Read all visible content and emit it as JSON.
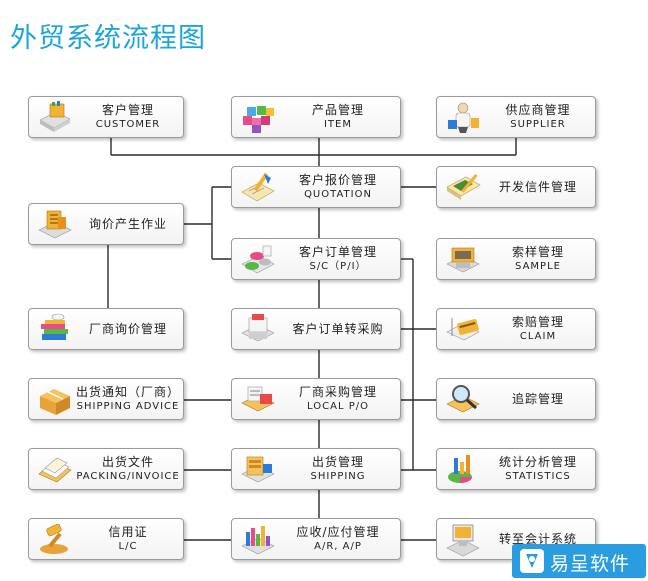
{
  "title": "外贸系统流程图",
  "logo": {
    "text": "易呈软件"
  },
  "nodes": {
    "customer": {
      "cn": "客户管理",
      "en": "CUSTOMER",
      "icon": "customer-icon"
    },
    "item": {
      "cn": "产品管理",
      "en": "ITEM",
      "icon": "item-icon"
    },
    "supplier": {
      "cn": "供应商管理",
      "en": "SUPPLIER",
      "icon": "supplier-icon"
    },
    "quotation": {
      "cn": "客户报价管理",
      "en": "QUOTATION",
      "icon": "quotation-icon"
    },
    "dev_letter": {
      "cn": "开发信件管理",
      "en": "",
      "icon": "letter-icon"
    },
    "inquiry": {
      "cn": "询价产生作业",
      "en": "",
      "icon": "inquiry-icon"
    },
    "sc": {
      "cn": "客户订单管理",
      "en": "S/C（P/I）",
      "icon": "order-icon"
    },
    "sample": {
      "cn": "索样管理",
      "en": "SAMPLE",
      "icon": "sample-icon"
    },
    "factory_inquiry": {
      "cn": "厂商询价管理",
      "en": "",
      "icon": "factory-inquiry-icon"
    },
    "order_to_purchase": {
      "cn": "客户订单转采购",
      "en": "",
      "icon": "convert-icon"
    },
    "claim": {
      "cn": "索赔管理",
      "en": "CLAIM",
      "icon": "claim-icon"
    },
    "shipping_advice": {
      "cn": "出货通知（厂商）",
      "en": "SHIPPING ADVICE",
      "icon": "shipping-advice-icon"
    },
    "local_po": {
      "cn": "厂商采购管理",
      "en": "LOCAL P/O",
      "icon": "local-po-icon"
    },
    "tracking": {
      "cn": "追踪管理",
      "en": "",
      "icon": "magnifier-icon"
    },
    "packing": {
      "cn": "出货文件",
      "en": "PACKING/INVOICE",
      "icon": "documents-icon"
    },
    "shipping": {
      "cn": "出货管理",
      "en": "SHIPPING",
      "icon": "shipping-icon"
    },
    "statistics": {
      "cn": "统计分析管理",
      "en": "STATISTICS",
      "icon": "statistics-icon"
    },
    "lc": {
      "cn": "信用证",
      "en": "L/C",
      "icon": "gavel-icon"
    },
    "arap": {
      "cn": "应收/应付管理",
      "en": "A/R, A/P",
      "icon": "arap-icon"
    },
    "accounting": {
      "cn": "转至会计系统",
      "en": "",
      "icon": "computer-icon"
    }
  }
}
